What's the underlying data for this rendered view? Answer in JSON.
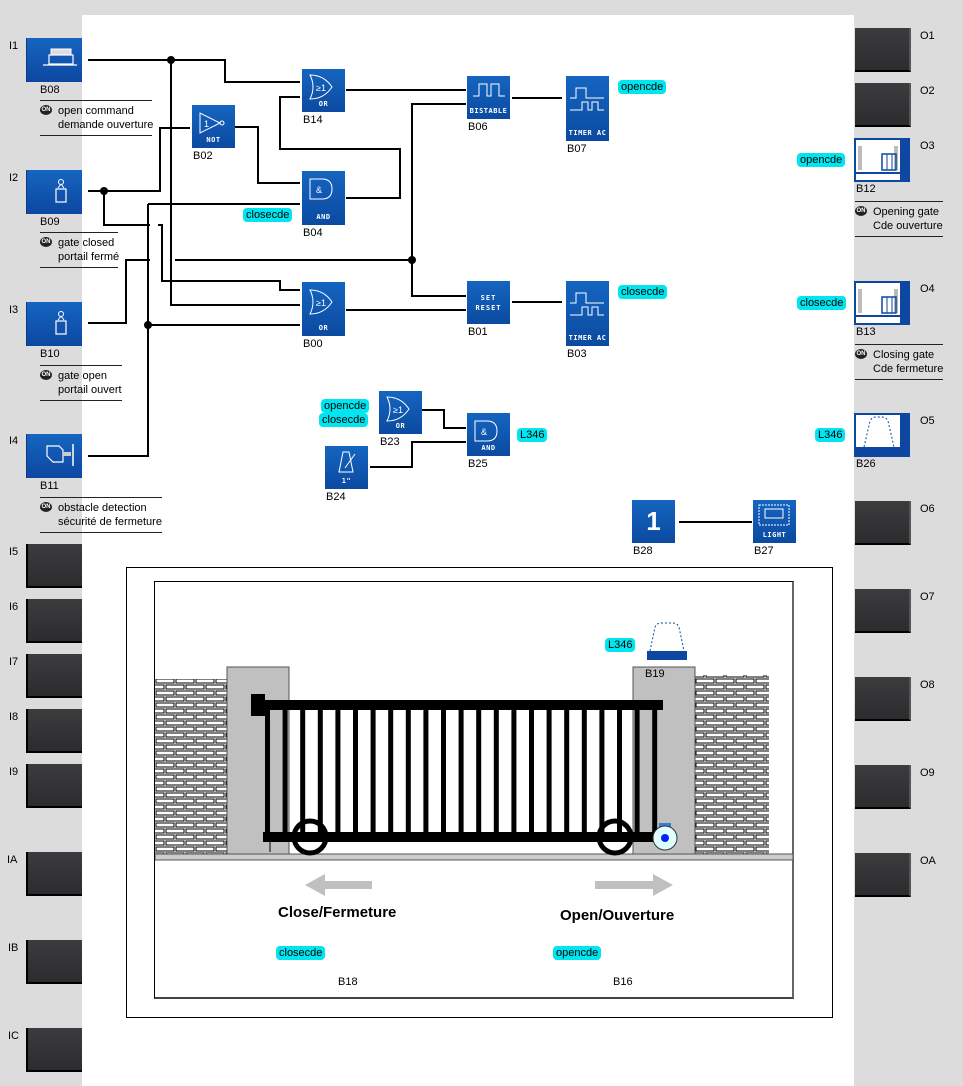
{
  "inputs": [
    {
      "pin": "I1",
      "block": "B08",
      "icon": "pushbutton-icon",
      "comment": [
        "open command",
        "demande ouverture"
      ]
    },
    {
      "pin": "I2",
      "block": "B09",
      "icon": "limit-switch-icon",
      "comment": [
        "gate closed",
        "portail fermé"
      ]
    },
    {
      "pin": "I3",
      "block": "B10",
      "icon": "limit-switch-icon",
      "comment": [
        "gate open",
        "portail ouvert"
      ]
    },
    {
      "pin": "I4",
      "block": "B11",
      "icon": "photocell-icon",
      "comment": [
        "obstacle detection",
        "sécurité de fermeture"
      ]
    },
    {
      "pin": "I5"
    },
    {
      "pin": "I6"
    },
    {
      "pin": "I7"
    },
    {
      "pin": "I8"
    },
    {
      "pin": "I9"
    },
    {
      "pin": "IA"
    },
    {
      "pin": "IB"
    },
    {
      "pin": "IC"
    }
  ],
  "outputs": [
    {
      "pin": "O1"
    },
    {
      "pin": "O2"
    },
    {
      "pin": "O3",
      "block": "B12",
      "input_tag": "opencde",
      "comment": [
        "Opening gate",
        "Cde ouverture"
      ]
    },
    {
      "pin": "O4",
      "block": "B13",
      "input_tag": "closecde",
      "comment": [
        "Closing gate",
        "Cde fermeture"
      ]
    },
    {
      "pin": "O5",
      "block": "B26",
      "input_tag": "L346"
    },
    {
      "pin": "O6"
    },
    {
      "pin": "O7"
    },
    {
      "pin": "O8"
    },
    {
      "pin": "O9"
    },
    {
      "pin": "OA"
    }
  ],
  "blocks": {
    "B02": {
      "label": "B02",
      "type": "NOT"
    },
    "B14": {
      "label": "B14",
      "type": "OR"
    },
    "B04": {
      "label": "B04",
      "type": "AND",
      "input_tag": "closecde"
    },
    "B00": {
      "label": "B00",
      "type": "OR"
    },
    "B06": {
      "label": "B06",
      "type": "BISTABLE"
    },
    "B01": {
      "label": "B01",
      "type": "SET RESET",
      "line1": "SET",
      "line2": "RESET"
    },
    "B07": {
      "label": "B07",
      "type": "TIMER AC",
      "output_tag": "opencde"
    },
    "B03": {
      "label": "B03",
      "type": "TIMER AC",
      "output_tag": "closecde"
    },
    "B23": {
      "label": "B23",
      "type": "OR",
      "input_tags": [
        "opencde",
        "closecde"
      ]
    },
    "B25": {
      "label": "B25",
      "type": "AND",
      "output_tag": "L346"
    },
    "B24": {
      "label": "B24",
      "type": "1\"",
      "caption": "1\""
    },
    "B28": {
      "label": "B28",
      "type": "CONSTANT",
      "value": "1"
    },
    "B27": {
      "label": "B27",
      "type": "LIGHT"
    }
  },
  "scene": {
    "beacon": {
      "label": "B19",
      "input_tag": "L346"
    },
    "close": {
      "text": "Close/Fermeture",
      "tag": "closecde",
      "block": "B18"
    },
    "open": {
      "text": "Open/Ouverture",
      "tag": "opencde",
      "block": "B16"
    }
  },
  "colors": {
    "block_blue": "#0d47a1",
    "tag_cyan": "#00e5f0",
    "slot_dark": "#333335",
    "panel_gray": "#dcdcdc"
  }
}
